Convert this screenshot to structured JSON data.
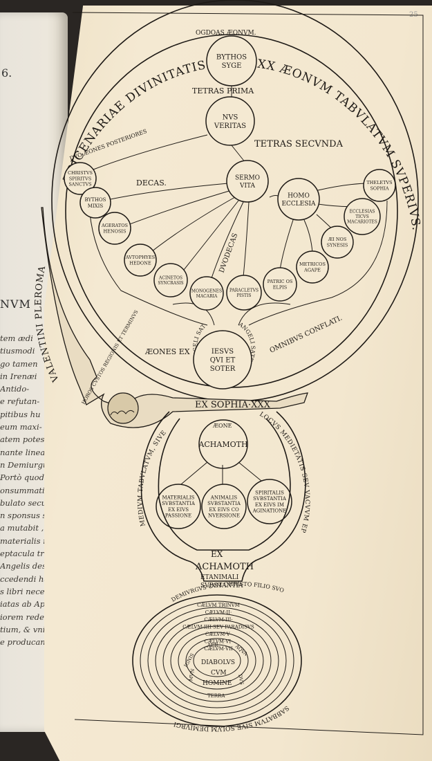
{
  "book": {
    "page_number": "25",
    "left_page": {
      "number_fragment": "6.",
      "heading_fragment": "NVM",
      "text_lines": [
        "tem ædi",
        "tiusmodi",
        "go tamen",
        "in Irenæi",
        "Antido-",
        "e refutan-",
        "pitibus hu",
        "eum maxi-",
        "atem potesta-",
        "nante lineam",
        "n Demiurgus",
        "Portò quod",
        "onsummatione",
        "bulato secundo",
        "n sponsus sesli-",
        "a mutabit , in",
        "materialis nota",
        "eptacula trans-",
        "Angelis desse-",
        "ccedendi hacte-",
        "s libri necessa-",
        "iatas ab Apo-",
        "iorem rede-",
        "tium, & vniue-",
        "e producantur,"
      ]
    }
  },
  "diagram": {
    "outer_arc_text": "TRICENARIAE DIVINITATIS SIVE XXX ÆONVM TABVLATVM SVPERIVS.",
    "figure_band_text": "VALENTINI PLEROMA",
    "figure_small_text": "HOROS CVSTOS REGIONIS ET TERMINVS",
    "top_label": "OGDOAS ÆONVM.",
    "tetras_prima": "TETRAS  PRIMA",
    "tetras_secunda": "TETRAS SECVNDA",
    "decas": "DECAS.",
    "duodecas": "DVODECAS",
    "duo_aeones": "DVO ÆONES POSTERIORES",
    "aeones_ex": "ÆONES EX",
    "omnibus_conflati": "OMNIBVS CONFLATI.",
    "angeli_left": "ANGELI SATELLITES",
    "angeli_right": "ANGELI SATELLITES",
    "circles": {
      "bythos": [
        "BYTHOS",
        "SYGE"
      ],
      "nus": [
        "NVS",
        "VERITAS"
      ],
      "sermo": [
        "SERMO",
        "VITA"
      ],
      "homo": [
        "HOMO",
        "ECCLESIA"
      ],
      "christus": [
        "CHRISTVS",
        "SPIRITVS",
        "SANCTVS"
      ],
      "bythos_mixis": [
        "BYTHOS",
        "MIXIS"
      ],
      "ageratos": [
        "AGERATOS",
        "HENOSIS"
      ],
      "autophyes": [
        "AVTOPHYES",
        "HEDONE"
      ],
      "acinetos": [
        "ACINETOS",
        "SYNCRASIS"
      ],
      "monogenes": [
        "MONOGENES",
        "MACARIA"
      ],
      "paracletus": [
        "PARACLETVS",
        "PISTIS"
      ],
      "patricos": [
        "PATRIC OS",
        "ELPIS"
      ],
      "metricos": [
        "METRICOS",
        "AGAPE"
      ],
      "aeinos": [
        "ÆI NOS",
        "SYNESIS"
      ],
      "ecclesiasticus": [
        "ECCLESIAS",
        "TICVS",
        "MACARIOTES"
      ],
      "theletus": [
        "THELETVS",
        "SOPHIA"
      ],
      "jesus": [
        "IESVS",
        "QVI ET",
        "SOTER"
      ]
    },
    "ex_sophia": "EX SOPHIA·XXX",
    "aeone": "ÆONE",
    "achamoth": "ACHAMOTH",
    "middle_left_text": "MEDIVM TABVLATVM, SIVE",
    "middle_right_text": "LOCVS MEDIETATIS SEV VACVVM EPICVRI.",
    "materialis": [
      "MATERIALIS",
      "SVBSTANTIA",
      "EX EIVS",
      "PASSIONE"
    ],
    "animalis": [
      "ANIMALIS",
      "SVBSTANTIA",
      "EX EIVS CO",
      "NVERSIONE"
    ],
    "spiritalis": [
      "SPIRITALIS",
      "SVBSTANTIA",
      "EX EIVS IM",
      "AGINATIONE"
    ],
    "ex_achamoth": [
      "EX",
      "ACHAMOTH",
      "ETANIMALI",
      "SVBSTANTIA"
    ],
    "demiurgus": "DEMIVRGVS CVM CHRISTO FILIO SVO",
    "caelum_lines": [
      "CÆLVM TRINVM",
      "CÆLVM·II·",
      "CÆLVM·III·",
      "CÆLVM·IIII·SEV PARADISVS",
      "CÆLVM·V·",
      "CÆLVM·VI·",
      "CÆLVM·VII"
    ],
    "aer": "AER",
    "ignis": "IGNIS",
    "aqua": "AQVA",
    "center": [
      "DIABOLVS",
      "CVM",
      "HOMINE"
    ],
    "mvn": "MVN",
    "dvs": "DVS",
    "terra": "TERRA",
    "bottom_text": "SABBATVM SIVE SOLVM DEMIVRGI"
  }
}
